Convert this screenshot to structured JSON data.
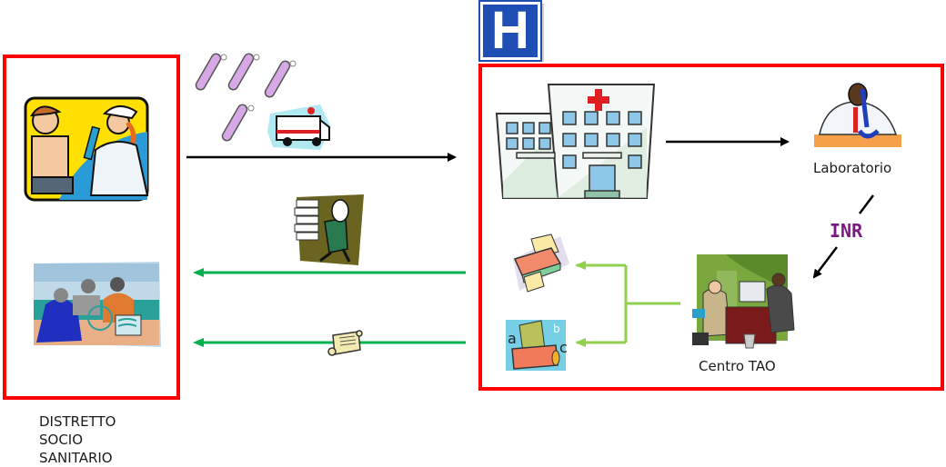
{
  "diagram": {
    "left_group": {
      "label_lines": [
        "DISTRETTO",
        "SOCIO",
        "SANITARIO"
      ],
      "icons": [
        "vaccination-clipart",
        "reception-desk-clipart"
      ]
    },
    "hospital_group": {
      "sign_letter": "H",
      "icons": [
        "hospital-building-clipart",
        "laboratory-scientist-clipart",
        "printer-clipart",
        "fax-clipart",
        "office-meeting-clipart"
      ],
      "laboratorio_label": "Laboratorio",
      "centro_label": "Centro TAO",
      "inr_label": "INR"
    },
    "flows": [
      {
        "from": "DISTRETTO SOCIO SANITARIO",
        "to": "Hospital",
        "carries": [
          "test-tubes",
          "ambulance"
        ],
        "color": "#000000"
      },
      {
        "from": "Hospital",
        "to": "Laboratorio",
        "color": "#000000"
      },
      {
        "from": "Laboratorio",
        "to": "Centro TAO",
        "carries": [
          "INR"
        ],
        "color": "#000000"
      },
      {
        "from": "Centro TAO",
        "to": "Printer / Fax",
        "color": "#92d050"
      },
      {
        "from": "Hospital",
        "to": "DISTRETTO SOCIO SANITARIO",
        "carries": [
          "paperwork-courier"
        ],
        "color": "#00b050"
      },
      {
        "from": "Hospital",
        "to": "DISTRETTO SOCIO SANITARIO",
        "carries": [
          "scroll-document"
        ],
        "color": "#00b050"
      }
    ],
    "colors": {
      "box_border": "#ff0000",
      "sign_blue": "#1f4fb4",
      "inr_purple": "#7a1a80",
      "green_dark": "#00b050",
      "green_light": "#92d050"
    }
  }
}
